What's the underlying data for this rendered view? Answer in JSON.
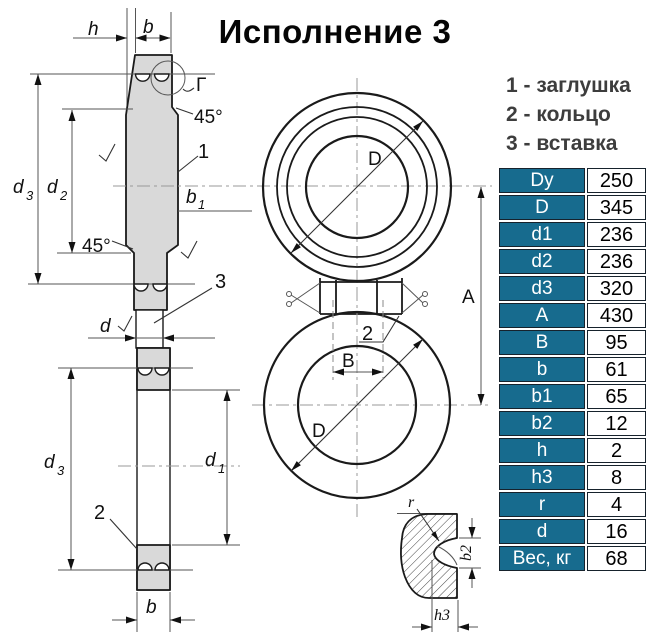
{
  "title": "Исполнение 3",
  "legend": [
    "1 - заглушка",
    "2 - кольцо",
    "3 - вставка"
  ],
  "table": {
    "rows": [
      {
        "param": "Dy",
        "value": "250"
      },
      {
        "param": "D",
        "value": "345"
      },
      {
        "param": "d1",
        "value": "236"
      },
      {
        "param": "d2",
        "value": "236"
      },
      {
        "param": "d3",
        "value": "320"
      },
      {
        "param": "A",
        "value": "430"
      },
      {
        "param": "B",
        "value": "95"
      },
      {
        "param": "b",
        "value": "61"
      },
      {
        "param": "b1",
        "value": "65"
      },
      {
        "param": "b2",
        "value": "12"
      },
      {
        "param": "h",
        "value": "2"
      },
      {
        "param": "h3",
        "value": "8"
      },
      {
        "param": "r",
        "value": "4"
      },
      {
        "param": "d",
        "value": "16"
      },
      {
        "param": "Вес, кг",
        "value": "68"
      }
    ]
  },
  "drawing": {
    "labels": {
      "h": "h",
      "b_top": "b",
      "gamma": "Г",
      "angle_top": "45°",
      "part1": "1",
      "b1_base": "b",
      "b1_sub": "1",
      "d3_base": "d",
      "d3_sub": "3",
      "d2_base": "d",
      "d2_sub": "2",
      "angle_bottom": "45°",
      "part3": "3",
      "d": "d",
      "d3b_base": "d",
      "d3b_sub": "3",
      "d1_base": "d",
      "d1_sub": "1",
      "part2_left": "2",
      "b_bottom": "b",
      "D_top": "D",
      "A": "A",
      "part2_top": "2",
      "B": "B",
      "D_bottom": "D",
      "r": "r",
      "b2": "b2",
      "h3": "h3"
    }
  },
  "colors": {
    "table_header_bg": "#176b8e",
    "table_text": "#ffffff",
    "metal_fill": "#d9d9d9",
    "line": "#1a1a1a",
    "legend_text": "#3d3d3d"
  }
}
